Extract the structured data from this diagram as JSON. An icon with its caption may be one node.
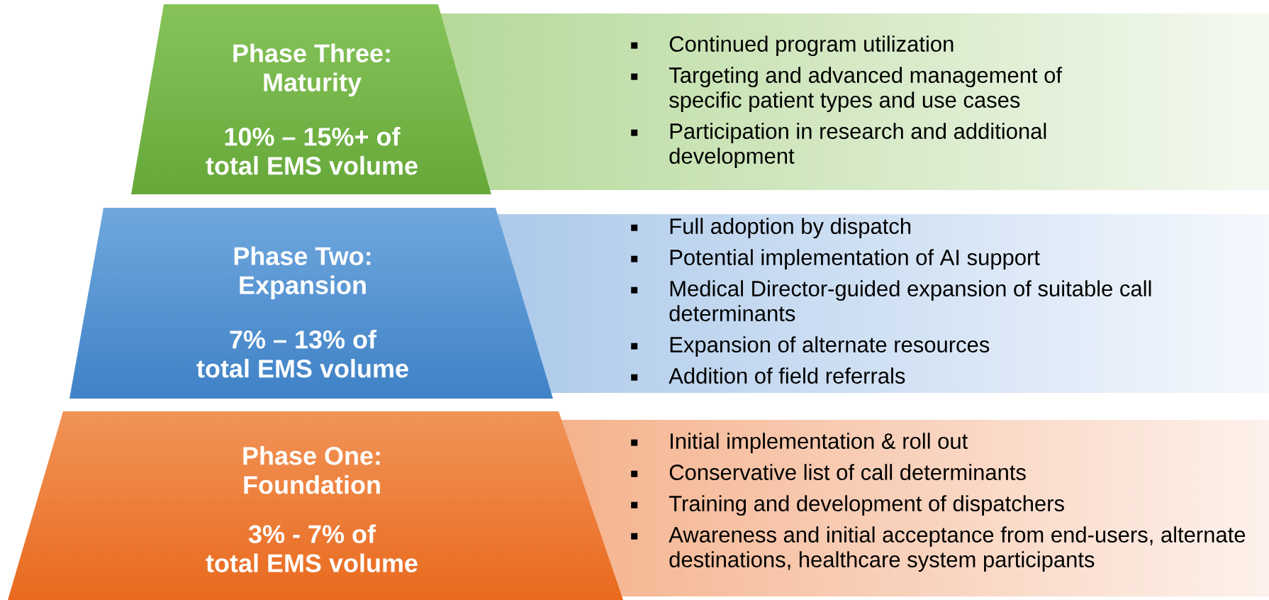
{
  "diagram": {
    "nodes": [
      {
        "text": [
          "Phase Three: Maturity",
          "10% – 15%+ of total EMS volume"
        ]
      },
      {
        "text": [
          "Continued program utilization",
          "Targeting and advanced management of specific patient types and use cases",
          "Participation in research and additional development"
        ]
      },
      {
        "text": [
          "Phase Two: Expansion",
          "7% – 13% of total EMS volume"
        ]
      },
      {
        "text": [
          "Full adoption by dispatch",
          "Potential implementation of AI support",
          "Medical Director-guided expansion of suitable call determinants",
          "Expansion of alternate resources",
          "Addition of field referrals"
        ]
      },
      {
        "text": [
          "Phase One: Foundation",
          "3% - 7% of total EMS volume"
        ]
      },
      {
        "text": [
          "Initial implementation & roll out",
          "Conservative list of call determinants",
          "Training and development of dispatchers",
          "Awareness and initial acceptance from end-users, alternate destinations, healthcare system participants"
        ]
      }
    ]
  }
}
